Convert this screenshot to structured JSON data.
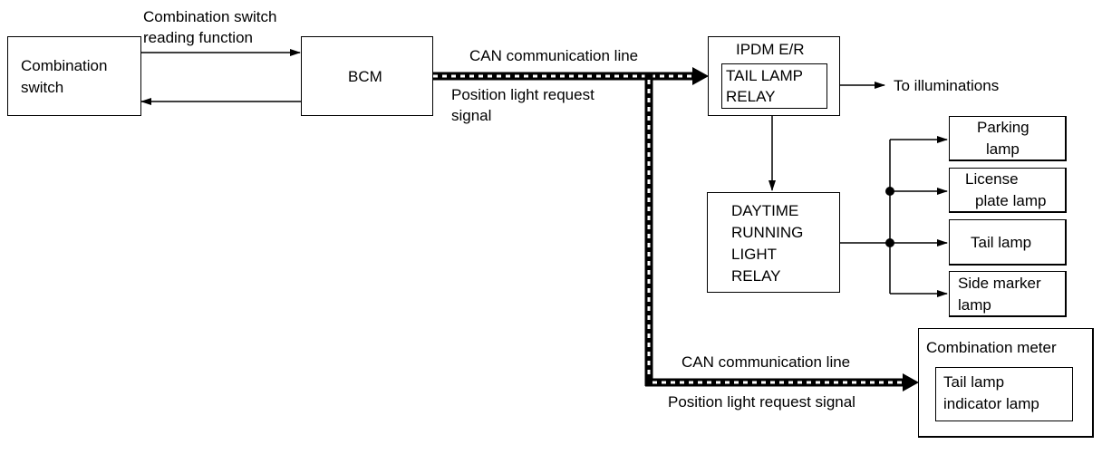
{
  "nodes": {
    "combination_switch": [
      "Combination",
      "switch"
    ],
    "bcm": "BCM",
    "ipdm": "IPDM E/R",
    "tail_lamp_relay": [
      "TAIL LAMP",
      "RELAY"
    ],
    "drl_relay": [
      "DAYTIME",
      "RUNNING",
      "LIGHT",
      "RELAY"
    ],
    "parking_lamp": [
      "Parking",
      "lamp"
    ],
    "license_plate_lamp": [
      "License",
      "plate lamp"
    ],
    "tail_lamp": "Tail lamp",
    "side_marker_lamp": [
      "Side marker",
      "lamp"
    ],
    "combination_meter": "Combination meter",
    "tail_lamp_indicator": [
      "Tail lamp",
      "indicator lamp"
    ]
  },
  "labels": {
    "reading_function": [
      "Combination switch",
      "reading function"
    ],
    "can_line_top": "CAN communication line",
    "position_signal_top": [
      "Position light request",
      "signal"
    ],
    "to_illuminations": "To illuminations",
    "can_line_bottom": "CAN communication line",
    "position_signal_bottom": "Position light request signal"
  },
  "colors": {
    "line": "#000000",
    "can_dash": "#ffffff"
  }
}
